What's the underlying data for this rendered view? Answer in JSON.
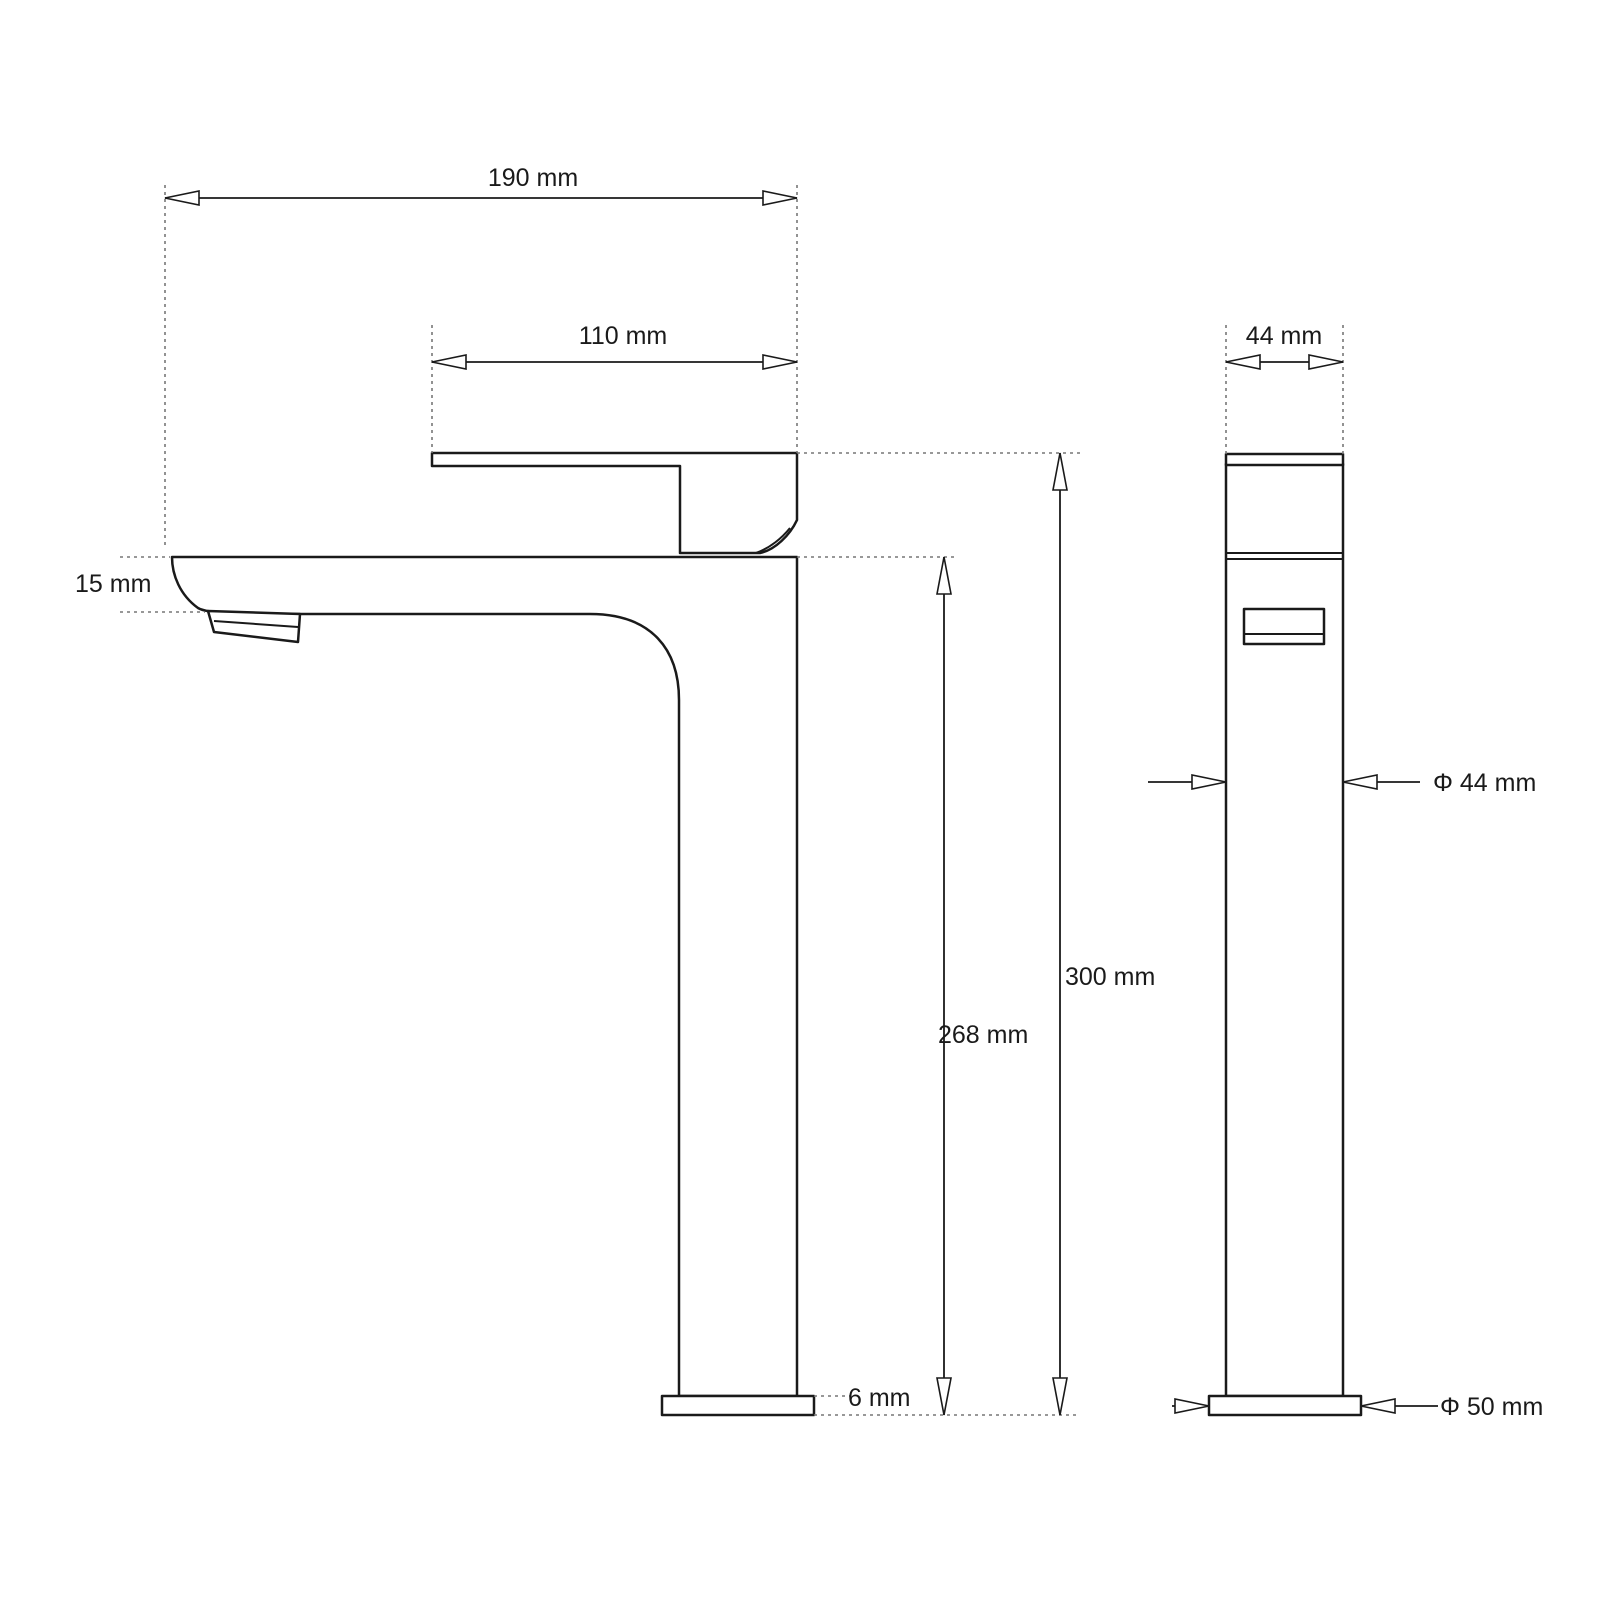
{
  "labels": {
    "overall_width": "190 mm",
    "handle_length": "110 mm",
    "spout_height": "15 mm",
    "total_height": "300 mm",
    "spout_base_height": "268 mm",
    "base_plate_height": "6 mm",
    "side_width": "44 mm",
    "body_diameter": "Φ 44 mm",
    "base_diameter": "Φ 50 mm"
  },
  "colors": {
    "line": "#1a1a1a",
    "extension": "#777777",
    "background": "#ffffff"
  }
}
